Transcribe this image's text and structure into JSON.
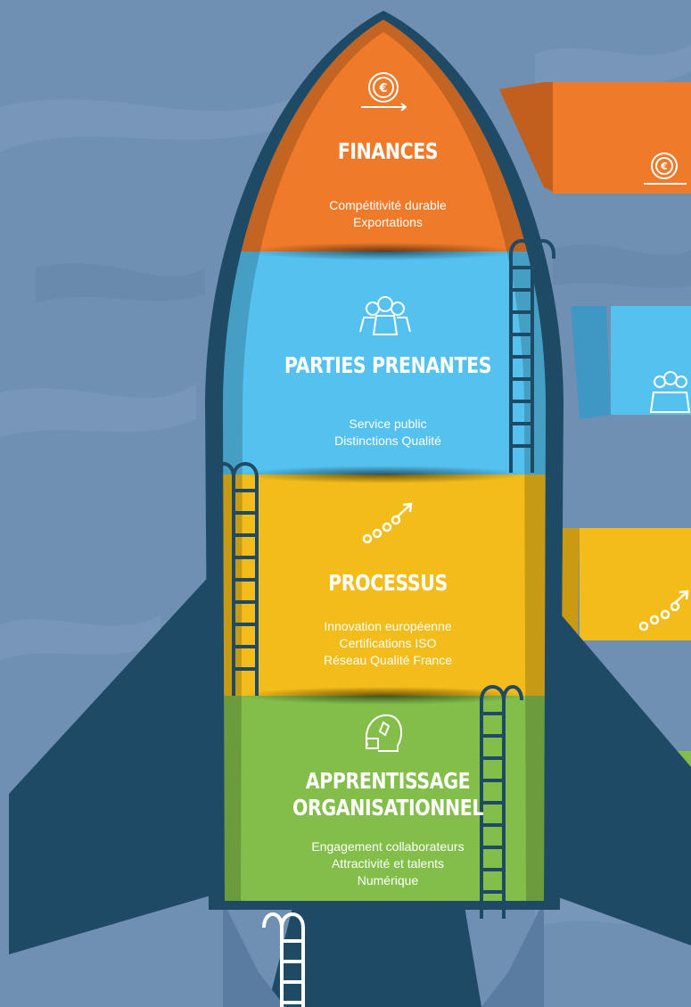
{
  "colors": {
    "background": "#6f8fb3",
    "finances": "#ee7a2a",
    "stakeholders": "#55c1ee",
    "processes": "#f2bc1a",
    "learning": "#83be4a",
    "hull": "#1f4a66"
  },
  "sections": [
    {
      "key": "finances",
      "icon": "euro-cycle-icon",
      "title": "FINANCES",
      "items": [
        "Compétitivité durable",
        "Exportations"
      ]
    },
    {
      "key": "stakeholders",
      "icon": "people-group-icon",
      "title": "PARTIES PRENANTES",
      "items": [
        "Service public",
        "Distinctions Qualité"
      ]
    },
    {
      "key": "processes",
      "icon": "growth-chain-icon",
      "title": "PROCESSUS",
      "items": [
        "Innovation européenne",
        "Certifications ISO",
        "Réseau Qualité France"
      ]
    },
    {
      "key": "learning",
      "icon": "head-chess-knight-icon",
      "title_line1": "APPRENTISSAGE",
      "title_line2": "ORGANISATIONNEL",
      "items": [
        "Engagement collaborateurs",
        "Attractivité et talents",
        "Numérique"
      ]
    }
  ]
}
